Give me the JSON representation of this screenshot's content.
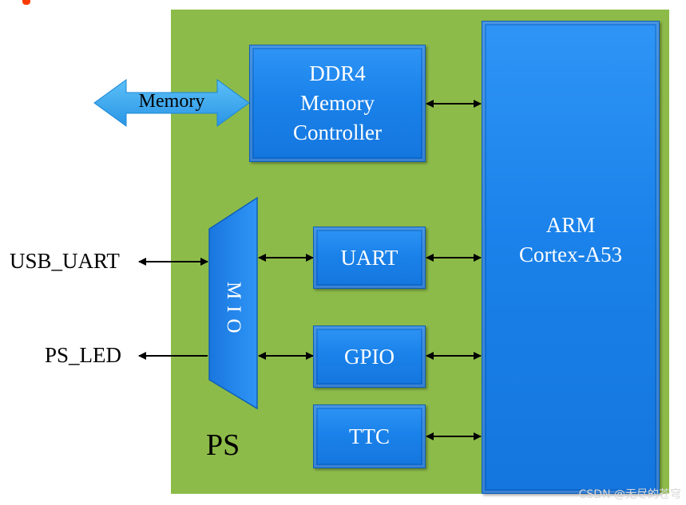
{
  "diagram": {
    "region_label": "PS",
    "memory_arrow_label": "Memory",
    "ddr_block": {
      "line1": "DDR4",
      "line2": "Memory",
      "line3": "Controller"
    },
    "arm_block": {
      "line1": "ARM",
      "line2": "Cortex-A53"
    },
    "mio_label": "MIO",
    "uart_block": "UART",
    "gpio_block": "GPIO",
    "ttc_block": "TTC",
    "external_signals": {
      "usb_uart": "USB_UART",
      "ps_led": "PS_LED"
    }
  },
  "watermark": "CSDN @无尽的苍穹",
  "colors": {
    "ps_region": "#8dbb49",
    "block": "#1a82ea",
    "memory_arrow": "#3ba7ef"
  }
}
